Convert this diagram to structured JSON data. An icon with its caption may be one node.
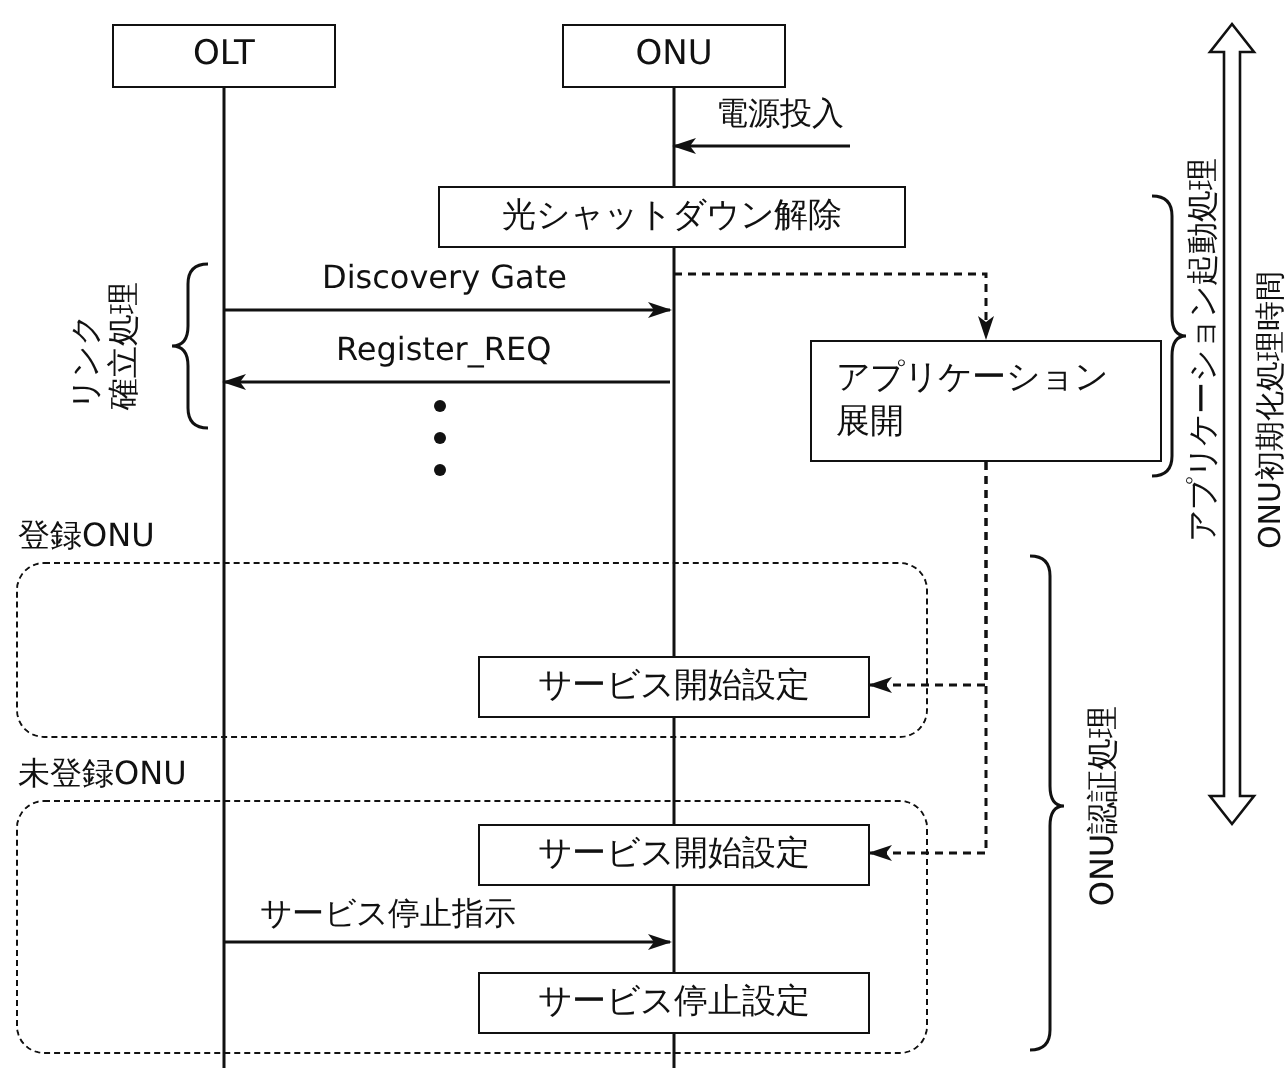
{
  "diagram": {
    "nodes": [
      {
        "text": [
          "OLT"
        ]
      },
      {
        "text": [
          "ONU"
        ]
      },
      {
        "text": [
          "光シャットダウン解除"
        ]
      },
      {
        "text": [
          "アプリケーション展開"
        ]
      },
      {
        "text": [
          "登録ONU"
        ]
      },
      {
        "text": [
          "サービス開始設定"
        ],
        "in": 4
      },
      {
        "text": [
          "未登録ONU"
        ]
      },
      {
        "text": [
          "サービス開始設定"
        ],
        "in": 6
      },
      {
        "text": [
          "サービス停止設定"
        ],
        "in": 6
      }
    ],
    "edges": [
      {
        "from": null,
        "to": 1,
        "arrow": "to",
        "label": "電源投入"
      },
      {
        "from": 1,
        "to": 3,
        "arrow": "to",
        "style": "dashed"
      },
      {
        "from": 0,
        "to": 1,
        "arrow": "to",
        "label": "Discovery Gate"
      },
      {
        "from": 1,
        "to": 0,
        "arrow": "to",
        "label": "Register_REQ"
      },
      {
        "from": 3,
        "to": 5,
        "arrow": "to",
        "style": "dashed"
      },
      {
        "from": 3,
        "to": 7,
        "arrow": "to",
        "style": "dashed"
      },
      {
        "from": 0,
        "to": 1,
        "arrow": "to",
        "label": "サービス停止指示"
      }
    ],
    "labels": [
      "リンク確立処理",
      "アプリケーション起動処理",
      "ONU認証処理",
      "ONU初期化処理時間"
    ]
  }
}
